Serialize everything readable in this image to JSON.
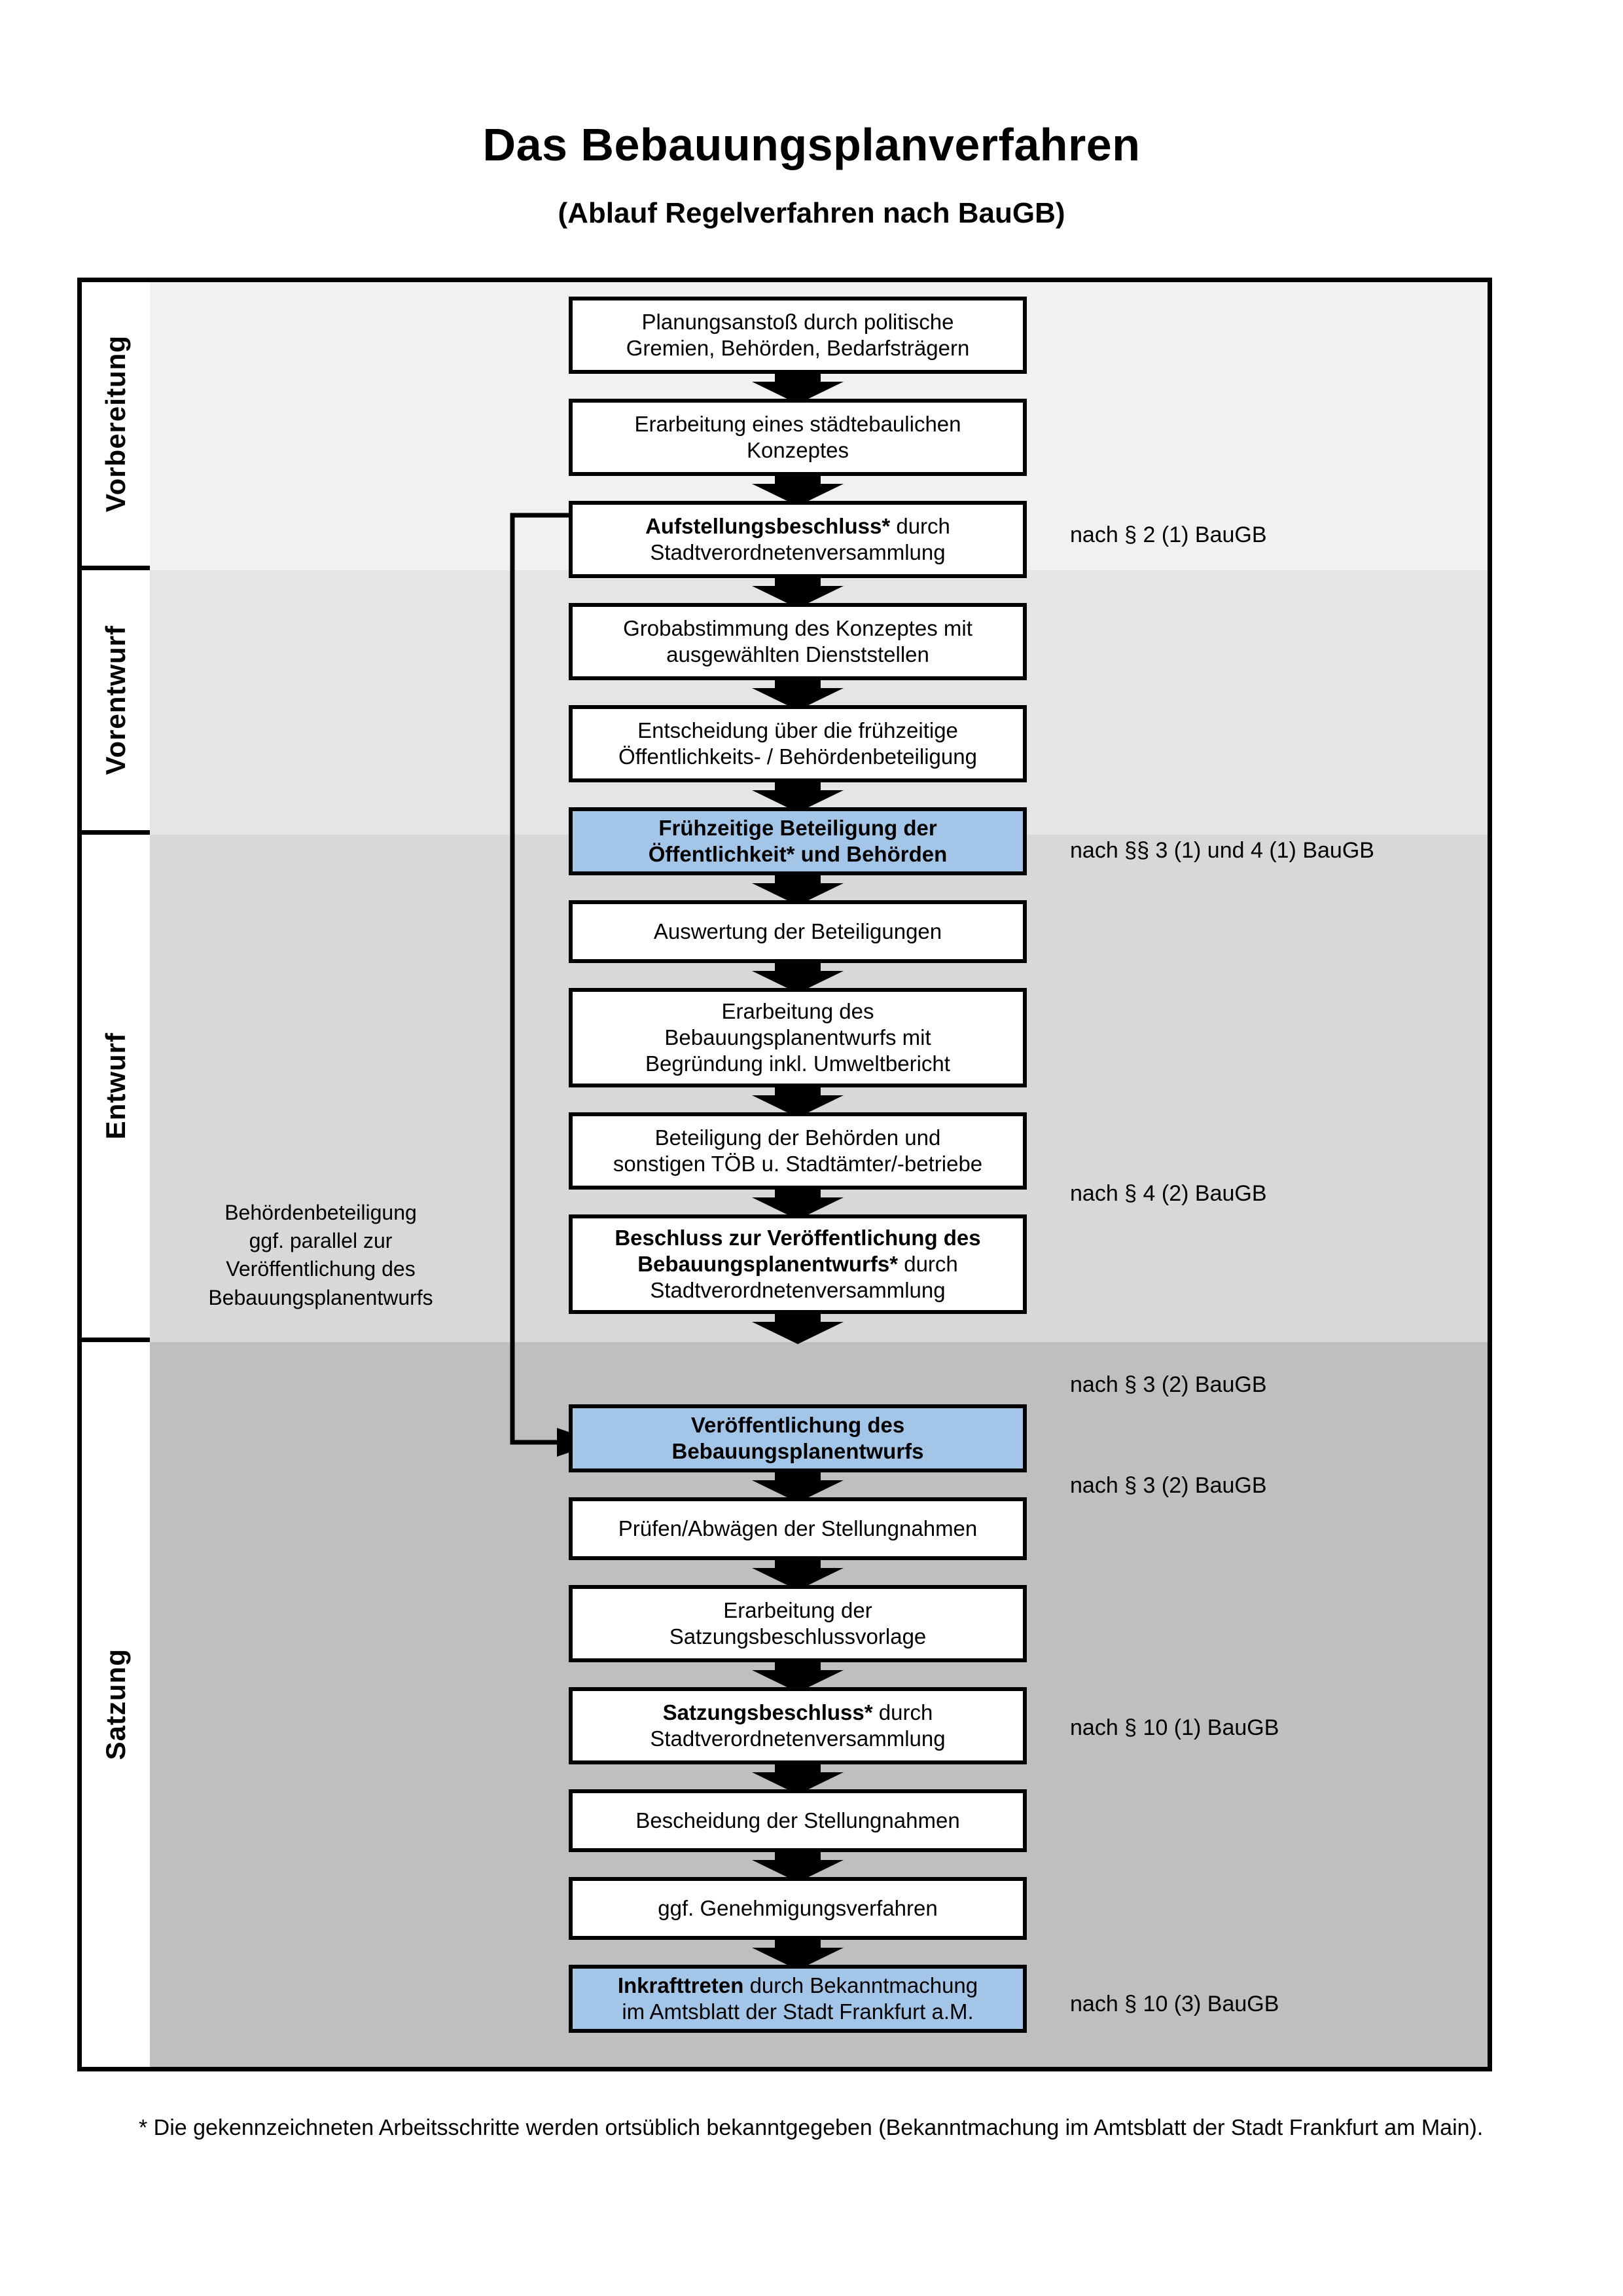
{
  "document": {
    "title": "Das Bebauungsplanverfahren",
    "subtitle": "(Ablauf Regelverfahren nach BauGB)",
    "footnote": "* Die gekennzeichneten Arbeitsschritte werden ortsüblich bekanntgegeben (Bekanntmachung im Amtsblatt  der Stadt Frankfurt am Main)."
  },
  "colors": {
    "highlight_blue": "#a3c6e8",
    "band_vorbereitung": "#f1f1f1",
    "band_vorentwurf": "#e5e5e5",
    "band_entwurf": "#d8d8d8",
    "band_satzung": "#bfbfbf",
    "border": "#000000"
  },
  "phases": [
    {
      "label": "Vorbereitung"
    },
    {
      "label": "Vorentwurf"
    },
    {
      "label": "Entwurf"
    },
    {
      "label": "Satzung"
    }
  ],
  "steps": [
    {
      "id": "planungsanstoss",
      "line1": "Planungsanstoß durch politische",
      "line2": "Gremien, Behörden, Bedarfsträgern",
      "bold": false,
      "highlight": false
    },
    {
      "id": "staedtebauliches-konzept",
      "line1": "Erarbeitung eines städtebaulichen",
      "line2": "Konzeptes",
      "bold": false,
      "highlight": false
    },
    {
      "id": "aufstellungsbeschluss",
      "line1": "Aufstellungsbeschluss*",
      "line1_rest": " durch",
      "line2": "Stadtverordnetenversammlung",
      "bold": "partial",
      "highlight": false
    },
    {
      "id": "grobabstimmung",
      "line1": "Grobabstimmung des Konzeptes mit",
      "line2": "ausgewählten Dienststellen",
      "bold": false,
      "highlight": false
    },
    {
      "id": "entscheidung-fruehzeitige",
      "line1": "Entscheidung über die frühzeitige",
      "line2": "Öffentlichkeits- / Behördenbeteiligung",
      "bold": false,
      "highlight": false
    },
    {
      "id": "fruehzeitige-beteiligung",
      "line1": "Frühzeitige Beteiligung der",
      "line2": "Öffentlichkeit* und Behörden",
      "bold": true,
      "highlight": true
    },
    {
      "id": "auswertung-beteiligungen",
      "line1": "Auswertung der Beteiligungen",
      "line2": "",
      "bold": false,
      "highlight": false
    },
    {
      "id": "erarbeitung-entwurf",
      "line1": "Erarbeitung des",
      "line2": "Bebauungsplanentwurfs mit",
      "line3": "Begründung inkl. Umweltbericht",
      "bold": false,
      "highlight": false
    },
    {
      "id": "beteiligung-behoerden",
      "line1": "Beteiligung der Behörden und",
      "line2": "sonstigen TÖB u. Stadtämter/-betriebe",
      "bold": false,
      "highlight": false
    },
    {
      "id": "beschluss-veroeffentlichung",
      "line1": "Beschluss zur Veröffentlichung des",
      "line2": "Bebauungsplanentwurfs*",
      "line2_rest": " durch",
      "line3": "Stadtverordnetenversammlung",
      "bold": "partial",
      "highlight": false
    },
    {
      "id": "veroeffentlichung-entwurf",
      "line1": "Veröffentlichung des",
      "line2": "Bebauungsplanentwurfs",
      "bold": true,
      "highlight": true
    },
    {
      "id": "pruefen-abwaegen",
      "line1": "Prüfen/Abwägen der Stellungnahmen",
      "line2": "",
      "bold": false,
      "highlight": false
    },
    {
      "id": "erarbeitung-satzungsvorlage",
      "line1": "Erarbeitung der",
      "line2": "Satzungsbeschlussvorlage",
      "bold": false,
      "highlight": false
    },
    {
      "id": "satzungsbeschluss",
      "line1": "Satzungsbeschluss*",
      "line1_rest": " durch",
      "line2": "Stadtverordnetenversammlung",
      "bold": "partial",
      "highlight": false
    },
    {
      "id": "bescheidung-stellungnahmen",
      "line1": "Bescheidung der Stellungnahmen",
      "line2": "",
      "bold": false,
      "highlight": false
    },
    {
      "id": "genehmigungsverfahren",
      "line1": "ggf. Genehmigungsverfahren",
      "line2": "",
      "bold": false,
      "highlight": false
    },
    {
      "id": "inkrafttreten",
      "line1": "Inkrafttreten",
      "line1_rest": " durch Bekanntmachung",
      "line2": "im Amtsblatt der Stadt Frankfurt a.M.",
      "bold": "partial",
      "highlight": true
    }
  ],
  "law_references": [
    {
      "id": "ref-par2-1",
      "text": "nach § 2 (1) BauGB"
    },
    {
      "id": "ref-par3-1-4-1",
      "text": "nach §§ 3 (1) und 4 (1) BauGB"
    },
    {
      "id": "ref-par4-2",
      "text": "nach § 4 (2) BauGB"
    },
    {
      "id": "ref-par3-2-a",
      "text": "nach § 3 (2) BauGB"
    },
    {
      "id": "ref-par3-2-b",
      "text": "nach § 3 (2) BauGB"
    },
    {
      "id": "ref-par10-1",
      "text": "nach § 10 (1) BauGB"
    },
    {
      "id": "ref-par10-3",
      "text": "nach § 10 (3) BauGB"
    }
  ],
  "side_note": {
    "line1": "Behördenbeteiligung",
    "line2": "ggf. parallel zur",
    "line3": "Veröffentlichung des",
    "line4": "Bebauungsplanentwurfs"
  }
}
